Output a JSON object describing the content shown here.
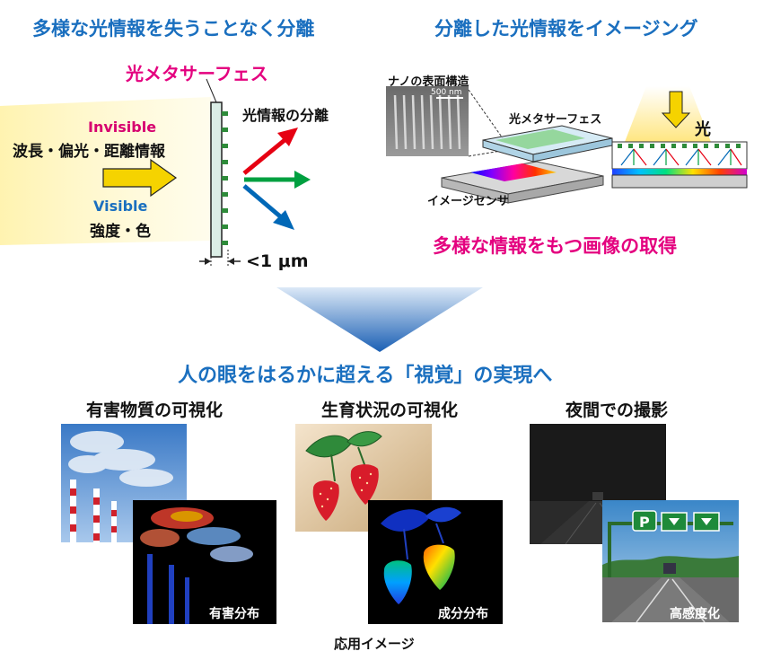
{
  "top": {
    "left_heading": "多様な光情報を失うことなく分離",
    "right_heading": "分離した光情報をイメージング",
    "metasurface_label": "光メタサーフェス",
    "separation_label": "光情報の分離",
    "invisible_label": "Invisible",
    "invisible_info": "波長・偏光・距離情報",
    "visible_label": "Visible",
    "visible_info": "強度・色",
    "thickness_label": "<1 μm",
    "nano_label": "ナノの表面構造",
    "scale_bar": "500 nm",
    "metasurface_small": "光メタサーフェス",
    "sensor_label": "イメージセンサ",
    "light_label": "光",
    "acquisition": "多様な情報をもつ画像の取得"
  },
  "middle": {
    "heading": "人の眼をはるかに超える「視覚」の実現へ"
  },
  "applications": {
    "items": [
      {
        "title": "有害物質の可視化",
        "caption": "有害分布"
      },
      {
        "title": "生育状況の可視化",
        "caption": "成分分布"
      },
      {
        "title": "夜間での撮影",
        "caption": "高感度化"
      }
    ],
    "footer": "応用イメージ",
    "sign_letter": "P"
  },
  "colors": {
    "heading_blue": "#1a6fbf",
    "accent_magenta": "#e4007f",
    "arrow_red": "#e60012",
    "arrow_green": "#00a040",
    "arrow_blue": "#0068b7",
    "yellow": "#f5d300"
  }
}
